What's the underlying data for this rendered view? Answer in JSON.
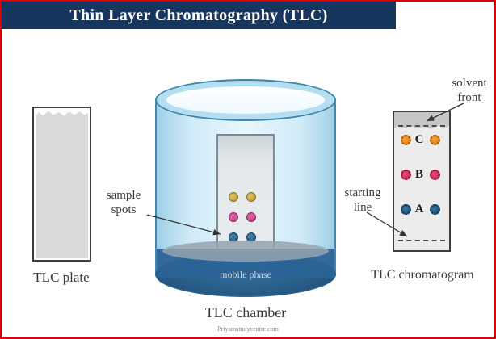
{
  "title": "Thin Layer Chromatography (TLC)",
  "plate": {
    "label": "TLC plate"
  },
  "chamber": {
    "label": "TLC chamber",
    "mobile_phase_label": "mobile phase",
    "sample_spot_colors": [
      "#b8922f",
      "#bc3a7e",
      "#1c567e"
    ]
  },
  "chromatogram": {
    "label": "TLC chromatogram",
    "rows": [
      {
        "label": "C",
        "spot_color": "#d4780f"
      },
      {
        "label": "B",
        "spot_color": "#c21e4f"
      },
      {
        "label": "A",
        "spot_color": "#144a72"
      }
    ]
  },
  "annotations": {
    "sample_spots": "sample spots",
    "solvent_front": "solvent front",
    "starting_line": "starting line"
  },
  "watermark": "Priyamstudycentre.com",
  "colors": {
    "frame_border": "#de0000",
    "title_bg": "#17365e",
    "title_text": "#ffffff",
    "chamber_blue": "#cfeaf7",
    "mobile_phase_blue": "#2b6396",
    "plate_gray": "#d9d9d9",
    "chromatogram_gray": "#ececec"
  }
}
